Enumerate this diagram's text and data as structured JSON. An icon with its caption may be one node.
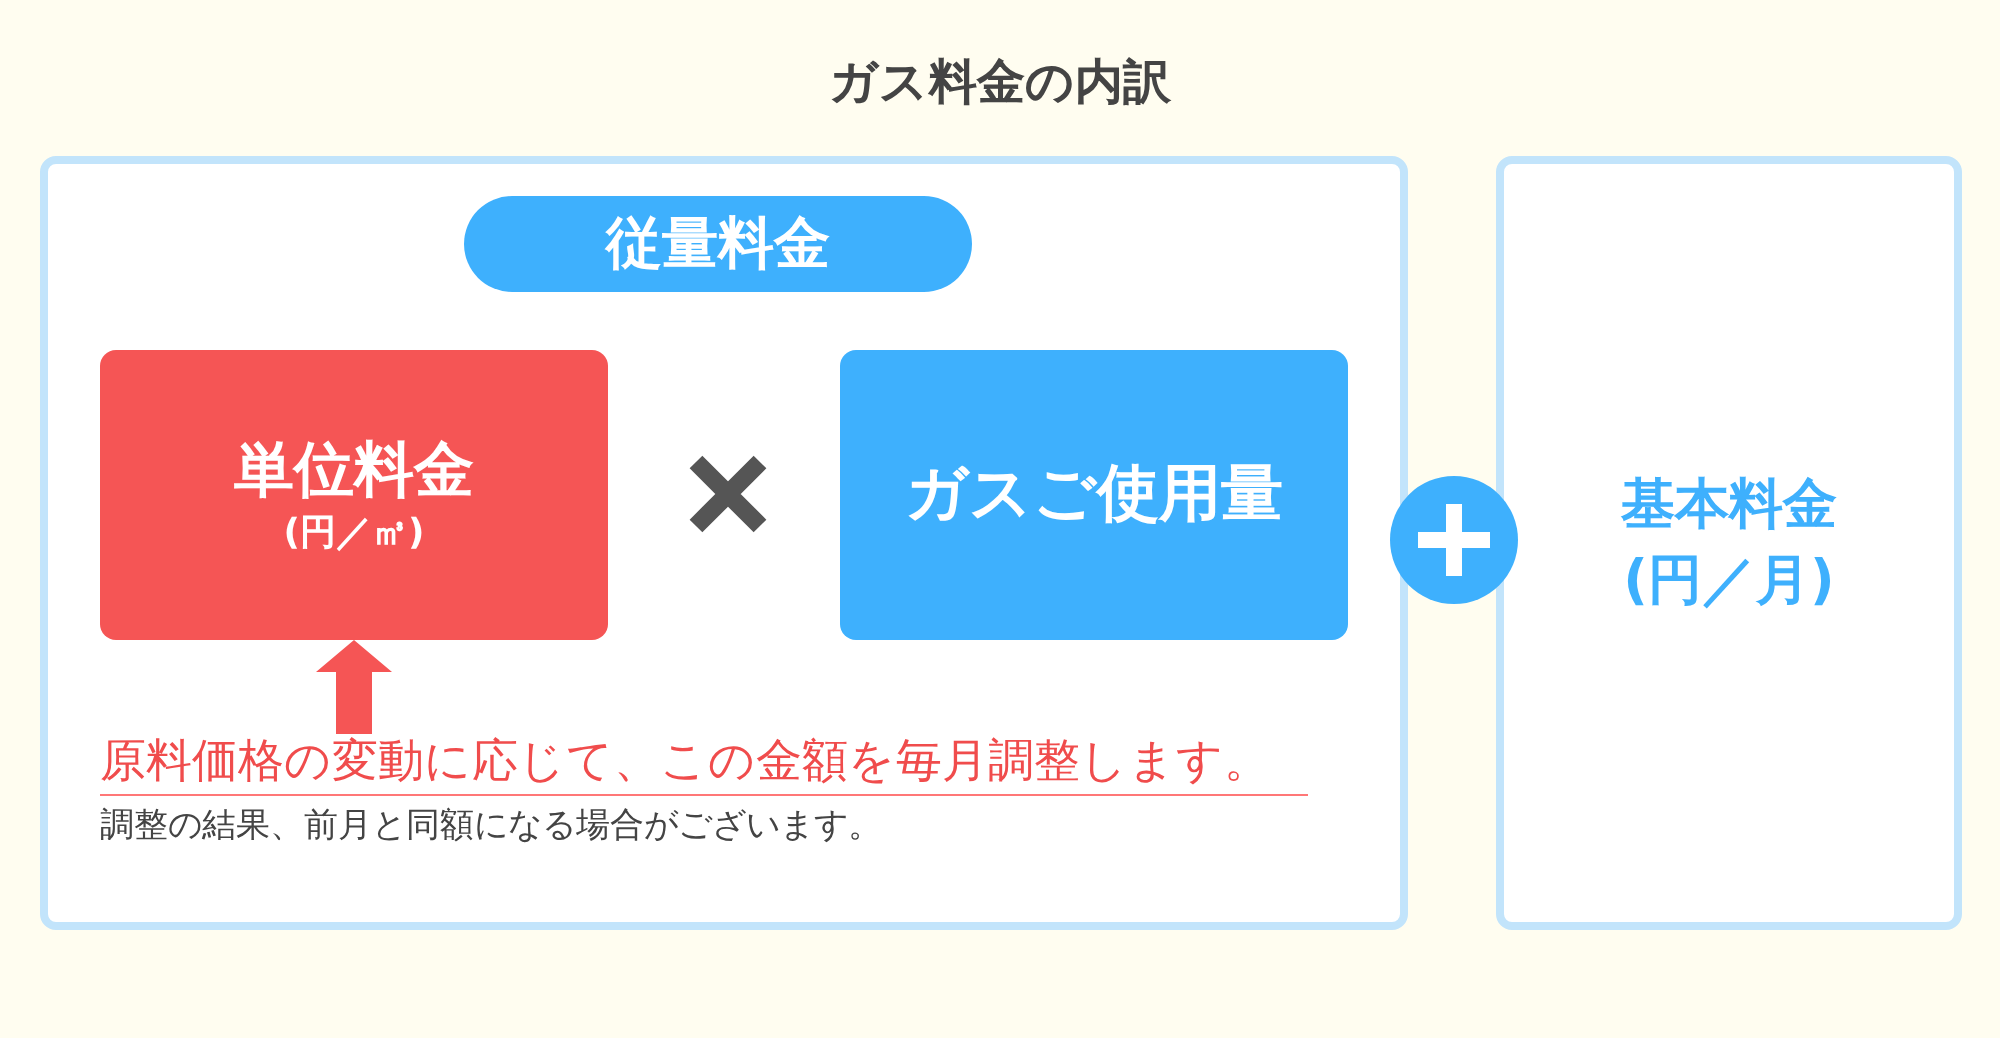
{
  "diagram": {
    "title": "ガス料金の内訳",
    "nodes": [
      {
        "text": [],
        "shape": "box"
      },
      {
        "text": [
          "従量料金"
        ],
        "in": 0
      },
      {
        "text": [
          "単位料金",
          "(円／㎥)"
        ],
        "in": 0
      },
      {
        "text": [
          "ガスご使用量"
        ],
        "in": 0
      },
      {
        "text": [
          "原料価格の変動に応じて、この金額を毎月調整します。",
          "調整の結果、前月と同額になる場合がございます。"
        ],
        "in": 0
      },
      {
        "text": [
          "基本料金",
          "(円／月)"
        ]
      }
    ],
    "edges": [
      {
        "from": 4,
        "to": 2,
        "arrow": "to"
      }
    ]
  }
}
